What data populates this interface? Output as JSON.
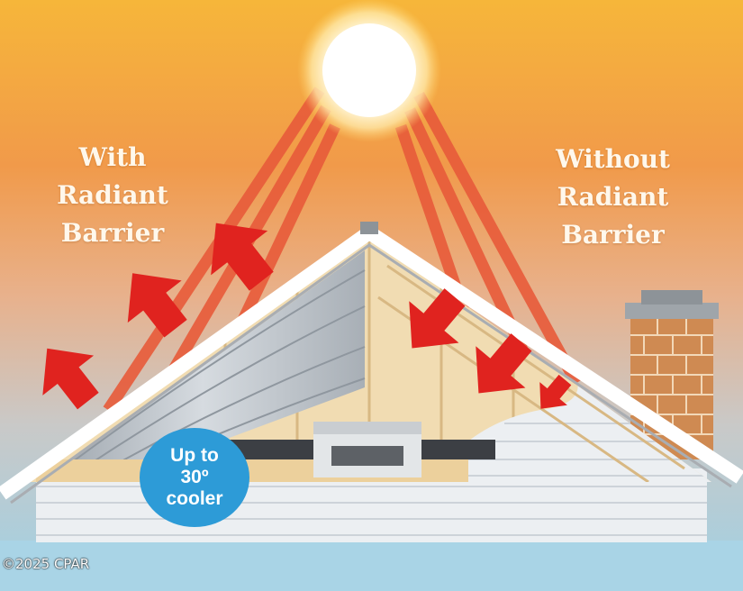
{
  "labels": {
    "with_lines": [
      "With",
      "Radiant",
      "Barrier"
    ],
    "without_lines": [
      "Without",
      "Radiant",
      "Barrier"
    ]
  },
  "badge": {
    "lines": [
      "Up to",
      "30º",
      "cooler"
    ]
  },
  "copyright": "©2025 CPAR",
  "colors": {
    "sky_top": "#f5b63a",
    "sky_bottom": "#a9d4e6",
    "sun_ray": "#e85b3a",
    "arrow": "#e0231f",
    "roof": "#ffffff",
    "wood": "#f1dcb2",
    "foil": "#b7bdc3",
    "siding": "#eceff2",
    "brick": "#cf8a52",
    "badge": "#2d9bd7"
  }
}
